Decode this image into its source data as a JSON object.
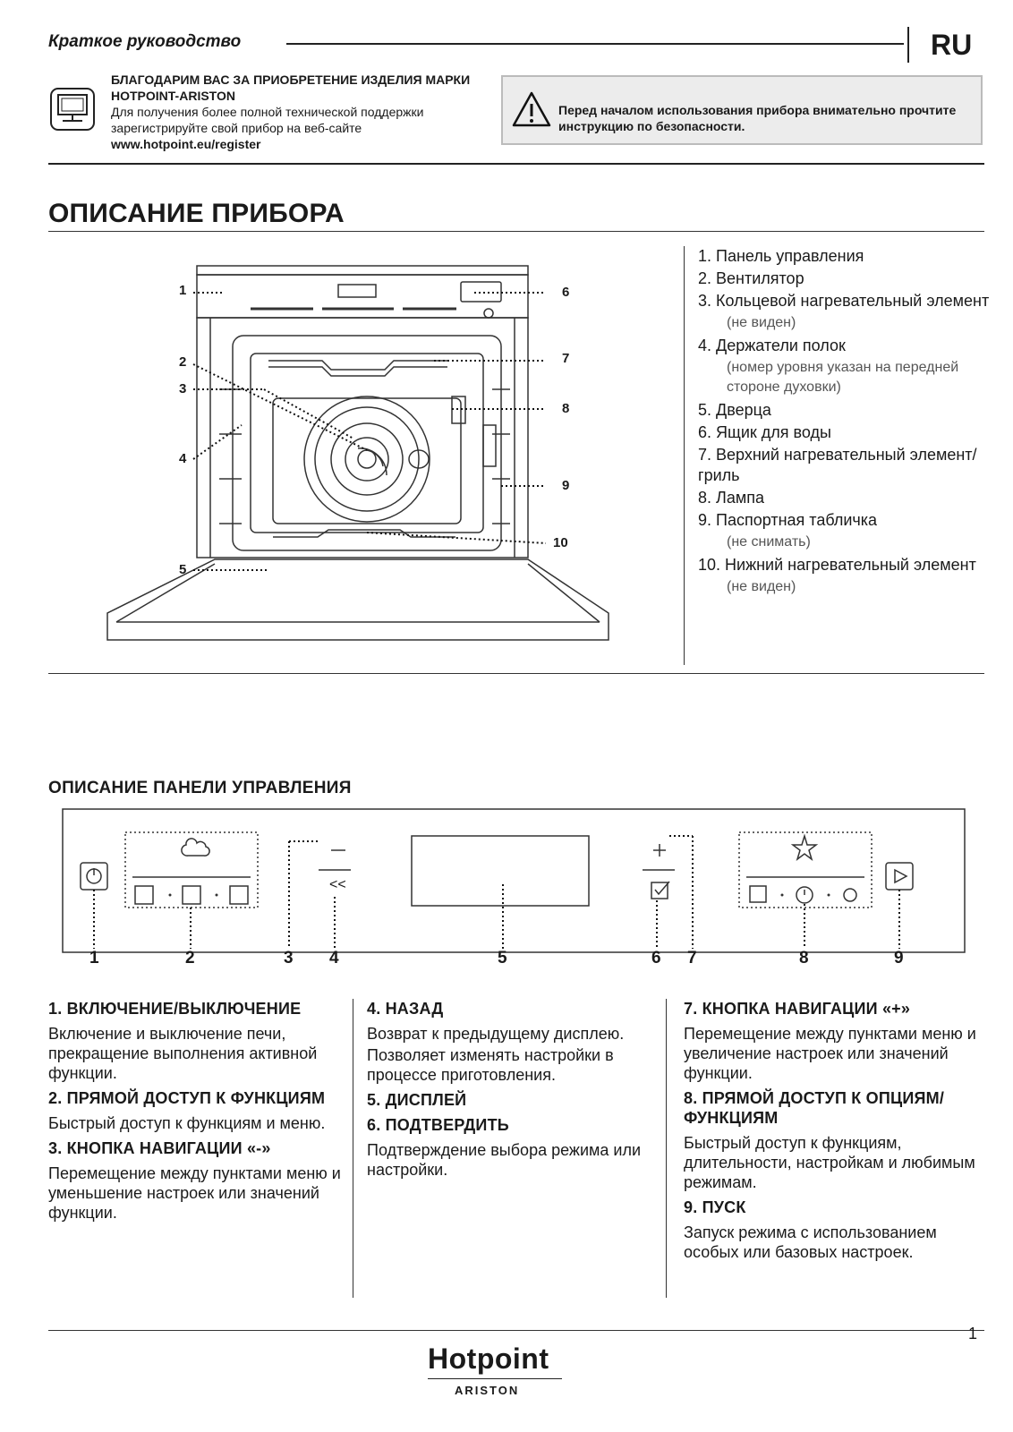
{
  "header": {
    "title": "Краткое руководство",
    "lang": "RU"
  },
  "register": {
    "title": "БЛАГОДАРИМ ВАС ЗА ПРИОБРЕТЕНИЕ ИЗДЕЛИЯ МАРКИ  HOTPOINT-ARISTON",
    "text": "Для получения более полной технической поддержки зарегистрируйте свой прибор на веб-сайте",
    "url": "www.hotpoint.eu/register",
    "icon": "computer-monitor-icon"
  },
  "warning": {
    "icon": "warning-triangle-icon",
    "text": "Перед началом использования прибора внимательно прочтите инструкцию по безопасности."
  },
  "appliance": {
    "title": "ОПИСАНИЕ ПРИБОРА",
    "callouts": [
      "1",
      "2",
      "3",
      "4",
      "5",
      "6",
      "7",
      "8",
      "9",
      "10"
    ],
    "legend": [
      {
        "label": "1. Панель управления"
      },
      {
        "label": "2. Вентилятор"
      },
      {
        "label": "3. Кольцевой нагревательный элемент",
        "note": "(не виден)"
      },
      {
        "label": "4. Держатели полок",
        "note": "(номер уровня указан на передней стороне духовки)"
      },
      {
        "label": "5. Дверца"
      },
      {
        "label": "6. Ящик для воды"
      },
      {
        "label": "7. Верхний нагревательный элемент/гриль"
      },
      {
        "label": "8. Лампа"
      },
      {
        "label": "9. Паспортная табличка",
        "note": "(не снимать)"
      },
      {
        "label": "10. Нижний нагревательный элемент",
        "note": "(не виден)"
      }
    ]
  },
  "panel": {
    "title": "ОПИСАНИЕ ПАНЕЛИ УПРАВЛЕНИЯ",
    "callouts": [
      "1",
      "2",
      "3",
      "4",
      "5",
      "6",
      "7",
      "8",
      "9"
    ],
    "minus": "–",
    "plus": "+",
    "back": "<<"
  },
  "descriptions": {
    "col1": [
      {
        "title": "1. ВКЛЮЧЕНИЕ/ВЫКЛЮЧЕНИЕ",
        "text": "Включение и выключение печи, прекращение выполнения активной функции."
      },
      {
        "title": "2. ПРЯМОЙ ДОСТУП К ФУНКЦИЯМ",
        "text": "Быстрый доступ к функциям и меню."
      },
      {
        "title": "3. КНОПКА НАВИГАЦИИ «-»",
        "text": "Перемещение между пунктами меню и уменьшение настроек или значений функции."
      }
    ],
    "col2": [
      {
        "title": "4. НАЗАД",
        "text": "Возврат к предыдущему дисплею.",
        "text2": "Позволяет изменять настройки в процессе приготовления."
      },
      {
        "title": "5. ДИСПЛЕЙ"
      },
      {
        "title": "6. ПОДТВЕРДИТЬ",
        "text": "Подтверждение выбора режима или настройки."
      }
    ],
    "col3": [
      {
        "title": "7. КНОПКА НАВИГАЦИИ «+»",
        "text": "Перемещение между пунктами меню и увеличение настроек или значений функции."
      },
      {
        "title": "8. ПРЯМОЙ ДОСТУП К ОПЦИЯМ/ ФУНКЦИЯМ",
        "text": "Быстрый доступ к функциям, длительности, настройкам и любимым режимам."
      },
      {
        "title": "9. ПУСК",
        "text": "Запуск режима с использованием особых или базовых настроек."
      }
    ]
  },
  "footer": {
    "page": "1",
    "brand": "Hotpoint",
    "brand_sub": "ARISTON"
  }
}
